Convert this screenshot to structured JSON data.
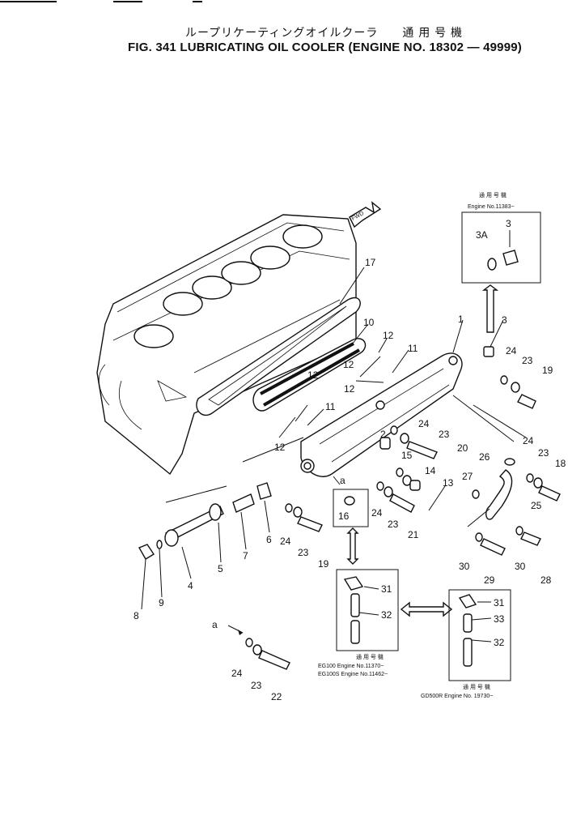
{
  "header": {
    "jp_title": "ループリケーティングオイルクーラ　　通 用 号 機",
    "title": "FIG. 341 LUBRICATING OIL COOLER (ENGINE NO. 18302 — 49999)"
  },
  "fwd_label": "FWD",
  "inset_top": {
    "jp_label": "通 用 号 機",
    "engine_label": "Engine No.11383~",
    "parts": [
      "3A",
      "3"
    ]
  },
  "inset_left": {
    "parts": [
      "16"
    ]
  },
  "inset_bottom_left": {
    "parts": [
      "31",
      "32"
    ],
    "jp_label": "通 用 号 機",
    "engine_line1": "EG100  Engine No.11370~",
    "engine_line2": "EG100S Engine No.11462~"
  },
  "inset_bottom_right": {
    "parts": [
      "31",
      "33",
      "32"
    ],
    "jp_label": "通 用 号 機",
    "engine_line": "GD500R Engine No. 19730~"
  },
  "ref_mark_a": "a",
  "callouts": {
    "c1": "1",
    "c2": "2",
    "c3": "3",
    "c4": "4",
    "c5": "5",
    "c6": "6",
    "c7": "7",
    "c8": "8",
    "c9": "9",
    "c10": "10",
    "c11a": "11",
    "c11b": "11",
    "c12a": "12",
    "c12b": "12",
    "c12c": "12",
    "c12d": "12",
    "c12e": "12",
    "c13": "13",
    "c14": "14",
    "c15": "15",
    "c17": "17",
    "c18": "18",
    "c19a": "19",
    "c19b": "19",
    "c20": "20",
    "c21": "21",
    "c22": "22",
    "c23a": "23",
    "c23b": "23",
    "c23c": "23",
    "c23d": "23",
    "c23e": "23",
    "c24a": "24",
    "c24b": "24",
    "c24c": "24",
    "c24d": "24",
    "c24e": "24",
    "c24f": "24",
    "c25": "25",
    "c26": "26",
    "c27": "27",
    "c28": "28",
    "c29": "29",
    "c30a": "30",
    "c30b": "30"
  }
}
